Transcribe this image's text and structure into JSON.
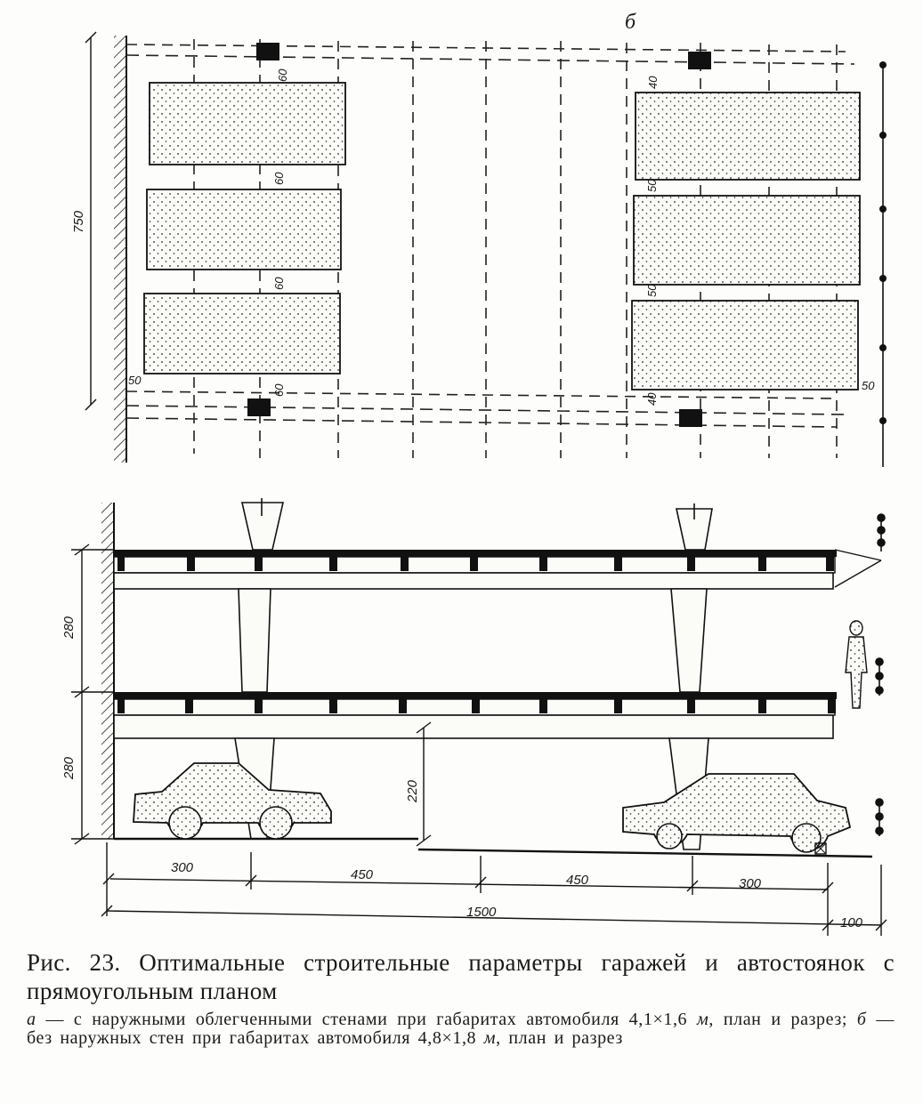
{
  "figure": {
    "plan_label": "б",
    "dimensions": {
      "plan_depth": "750",
      "plan_gaps_left": [
        "60",
        "60",
        "60",
        "60"
      ],
      "plan_edge_left": "50",
      "plan_gaps_right": [
        "40",
        "50",
        "50",
        "40"
      ],
      "plan_edge_right": "50",
      "floor_height_upper": "280",
      "floor_height_lower": "280",
      "clear_height": "220",
      "span_1": "300",
      "span_2": "450",
      "span_3": "450",
      "span_4": "300",
      "total_length": "1500",
      "cantilever": "100"
    }
  },
  "caption": {
    "title": "Рис. 23. Оптимальные строительные параметры гаражей и авто­стоянок с прямоугольным планом",
    "label_a": "а",
    "text_a": " — с наружными облегченными стенами при габаритах автомобиля 4,1×1,6 ",
    "unit_a": "м",
    "text_a_end": ", план и разрез; ",
    "label_b": "б",
    "text_b": " — без наружных стен при габаритах автомо­биля 4,8×1,8 ",
    "unit_b": "м",
    "text_b_end": ", план и разрез"
  }
}
